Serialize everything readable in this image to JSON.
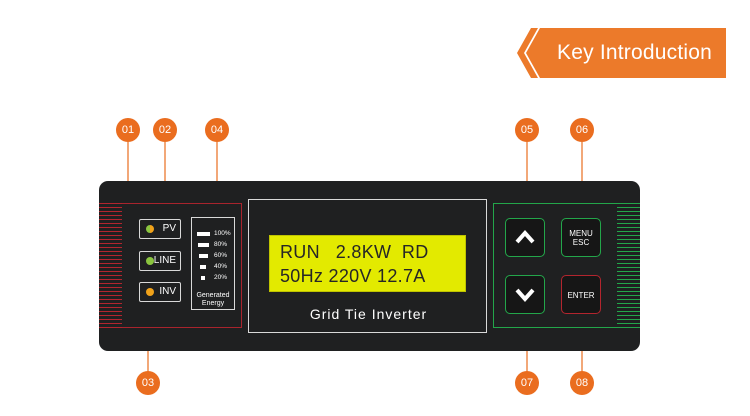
{
  "header": {
    "title": "Key Introduction"
  },
  "callouts": [
    "01",
    "02",
    "03",
    "04",
    "05",
    "06",
    "07",
    "08"
  ],
  "indicators": [
    {
      "label": "PV",
      "led_color": "#f0a21a",
      "led_color2": "#7cc23a"
    },
    {
      "label": "LINE",
      "led_color": "#8bc53f"
    },
    {
      "label": "INV",
      "led_color": "#f0a21a"
    }
  ],
  "energy": {
    "levels": [
      "100%",
      "80%",
      "60%",
      "40%",
      "20%"
    ],
    "label_line1": "Generated",
    "label_line2": "Energy"
  },
  "lcd": {
    "line1": "RUN   2.8KW  RD",
    "line2": "50Hz 220V 12.7A"
  },
  "device_title": "Grid Tie Inverter",
  "buttons": {
    "up": "up-arrow",
    "down": "down-arrow",
    "menu_line1": "MENU",
    "menu_line2": "ESC",
    "enter": "ENTER"
  },
  "colors": {
    "accent": "#ec7a2a",
    "callout": "#ea6d1f",
    "lcd": "#e3ea00",
    "red_frame": "#b3252e",
    "green_frame": "#23a64a"
  }
}
